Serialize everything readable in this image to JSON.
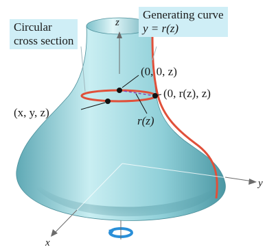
{
  "callouts": {
    "left_line1": "Circular",
    "left_line2": "cross section",
    "right_line1": "Generating curve",
    "right_line2": "y = r(z)"
  },
  "axes": {
    "z": "z",
    "y": "y",
    "x": "x"
  },
  "points": {
    "p1": "(0, 0, z)",
    "p2": "(0, r(z), z)",
    "p3": "(x, y, z)",
    "radius": "r(z)"
  },
  "colors": {
    "surface": "#8ccfd8",
    "surface_dark": "#4f9fac",
    "curve": "#e0503a",
    "callout_bg": "#cfeef6",
    "dash": "#8a3fb0",
    "rotation_icon": "#2a8fd8"
  }
}
